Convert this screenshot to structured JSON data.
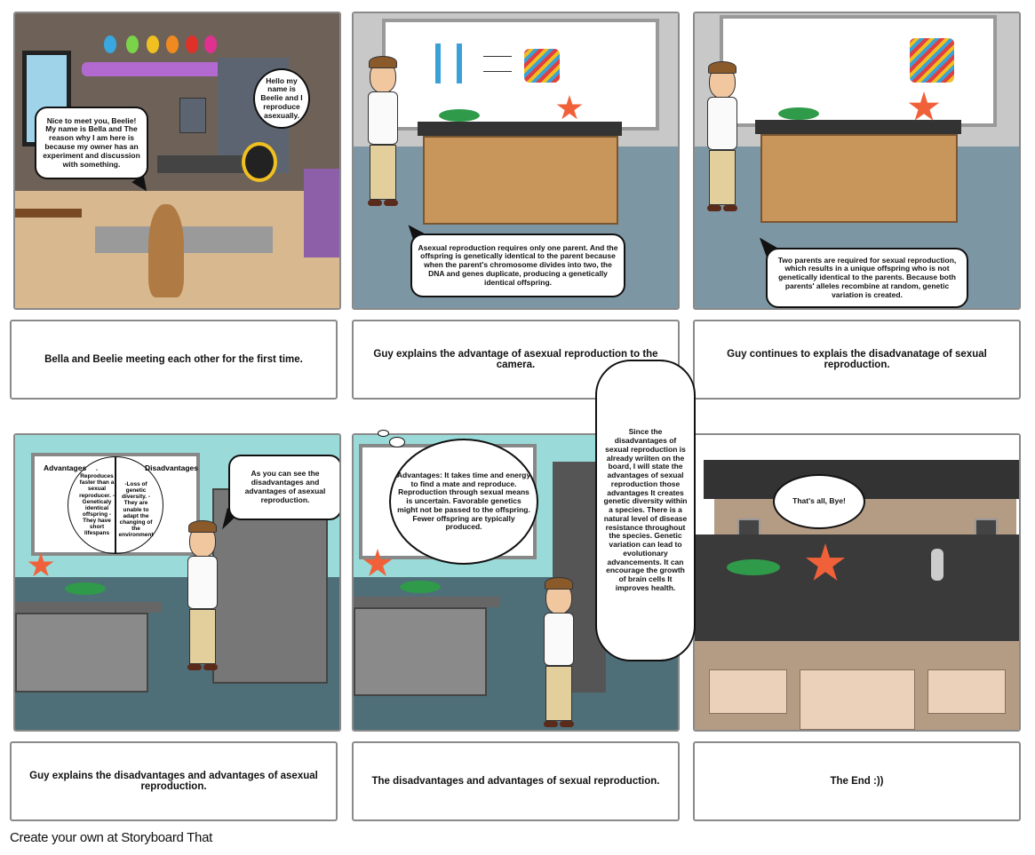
{
  "panels": [
    {
      "bubbles": [
        "Nice to meet you, Beelie! My name is Bella and The reason why I am here is because my owner has an experiment and discussion with something.",
        "Hello my name is Beelie and I reproduce asexually."
      ],
      "caption": "Bella and Beelie meeting each other for the first time."
    },
    {
      "bubbles": [
        "Asexual reproduction requires only one parent. And the offspring is genetically identical to the parent because when the parent's chromosome divides into two, the DNA and genes duplicate, producing a genetically identical offspring."
      ],
      "caption": "Guy explains the advantage of asexual reproduction to the camera."
    },
    {
      "bubbles": [
        "Two parents are required for sexual reproduction, which results in a unique offspring who is not genetically identical to the parents. Because both parents' alleles recombine at random, genetic variation is created."
      ],
      "caption": "Guy continues to explais the disadvanatage of sexual reproduction."
    },
    {
      "board": {
        "left_title": "Advantages",
        "right_title": "Disadvantages",
        "left_text": "- Reproduces faster than a sexual reproducer. -Geneticaly identical offspring -They have short lifespans",
        "right_text": "-Loss of genetic diversity. -They are unable to adapt the changing of the environment"
      },
      "bubbles": [
        "As you can see the disadvantages and advantages of asexual reproduction."
      ],
      "caption": "Guy explains the disadvantages and advantages of asexual reproduction."
    },
    {
      "bubbles": [
        "Advantages: It takes time and energy to find a mate and reproduce. Reproduction through sexual means is uncertain. Favorable genetics might not be passed to the offspring. Fewer offspring are typically produced.",
        "Since the disadvantages of sexual reproduction is already wriiten on the board, I will state the advantages of sexual reproduction those advantages It creates genetic diversity within a species. There is a natural level of disease resistance throughout the species. Genetic variation can lead to evolutionary advancements. It can encourage the growth of brain cells It improves health."
      ],
      "caption": "The disadvantages and advantages of sexual reproduction."
    },
    {
      "bubbles": [
        "That's all, Bye!"
      ],
      "caption": "The End :))"
    }
  ],
  "footer": "Create your own at Storyboard That",
  "colors": {
    "panel_border": "#8a8a8a",
    "lab_wall": "#6e6258",
    "classroom_wall": "#9adbd9",
    "floor": "#4f6f78",
    "star": "#f0613a",
    "lizard": "#2f9a4a"
  }
}
